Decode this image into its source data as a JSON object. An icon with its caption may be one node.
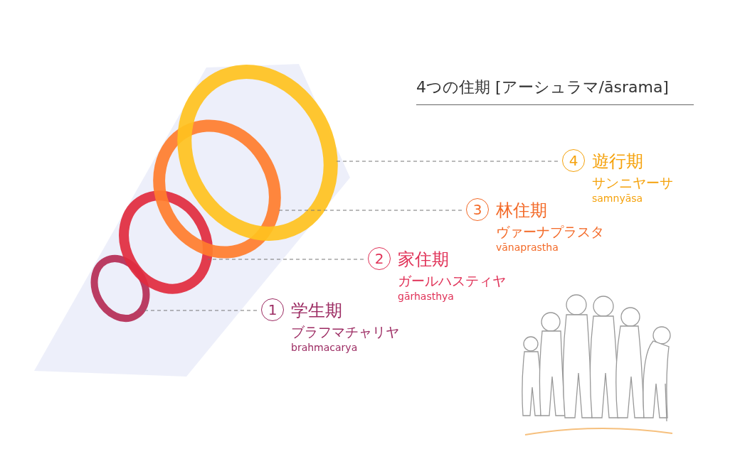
{
  "diagram": {
    "title": "4つの住期 [アーシュラマ/āsrama]",
    "nodes": [
      {
        "text": [],
        "shape": "circle"
      },
      {
        "text": [],
        "shape": "circle"
      },
      {
        "text": [],
        "shape": "circle"
      },
      {
        "text": [],
        "shape": "circle"
      },
      {
        "text": [
          "1",
          "学生期",
          "ブラフマチャリヤ",
          "brahmacarya"
        ]
      },
      {
        "text": [
          "2",
          "家住期",
          "ガールハスティヤ",
          "gārhasthya"
        ]
      },
      {
        "text": [
          "3",
          "林住期",
          "ヴァーナプラスタ",
          "vānaprastha"
        ]
      },
      {
        "text": [
          "4",
          "遊行期",
          "サンニヤーサ",
          "samnyāsa"
        ]
      }
    ],
    "edges": [
      {
        "from": 4,
        "to": 0,
        "arrow": "none",
        "style": "dashed"
      },
      {
        "from": 5,
        "to": 1,
        "arrow": "none",
        "style": "dashed"
      },
      {
        "from": 6,
        "to": 2,
        "arrow": "none",
        "style": "dashed"
      },
      {
        "from": 7,
        "to": 3,
        "arrow": "none",
        "style": "dashed"
      }
    ]
  }
}
